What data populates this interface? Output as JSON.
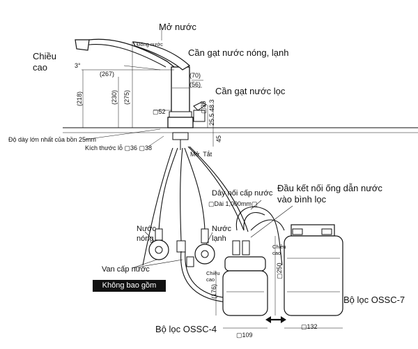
{
  "labels": {
    "open_water": "Mở nước",
    "open_water_left": "Đóng nước",
    "hot_cold_lever": "Cần gạt nước nóng, lạnh",
    "height": "Chiều\ncao",
    "angle": "3°",
    "dim_267": "(267)",
    "dim_230": "(230)",
    "dim_275": "(275)",
    "dim_218": "(218)",
    "dim_70": "(70)",
    "dim_56": "(56)",
    "filter_lever": "Cần gạt nước lọc",
    "sq52": "▢52",
    "sq35": "▢35",
    "dim_25_5_48_3": "25.5 48.3",
    "dim_45": "45",
    "sink_thickness": "Độ dày lớn nhất của bồn 25mm",
    "hole_size": "Kích thước lỗ ▢36 ▢38",
    "open_close": "Mở  Tắt",
    "supply_hose": "Dây nối cấp nước",
    "supply_hose_len": "▢Dài 1,000mm▢",
    "connector": "Đầu kết nối ống dẫn nước\nvào bình lọc",
    "hot_water": "Nước\nnóng",
    "cold_water": "Nước\nlạnh",
    "supply_valve": "Van cấp nước",
    "not_included": "Không bao gồm",
    "height_small": "Chiều\ncao",
    "dim_176": "(176)",
    "dim_250": "▢250",
    "height_small2": "Chiều\ncao",
    "filter_ossc7": "Bộ lọc OSSC-7",
    "filter_ossc4": "Bộ lọc OSSC-4",
    "sq109": "▢109",
    "sq132": "▢132"
  }
}
